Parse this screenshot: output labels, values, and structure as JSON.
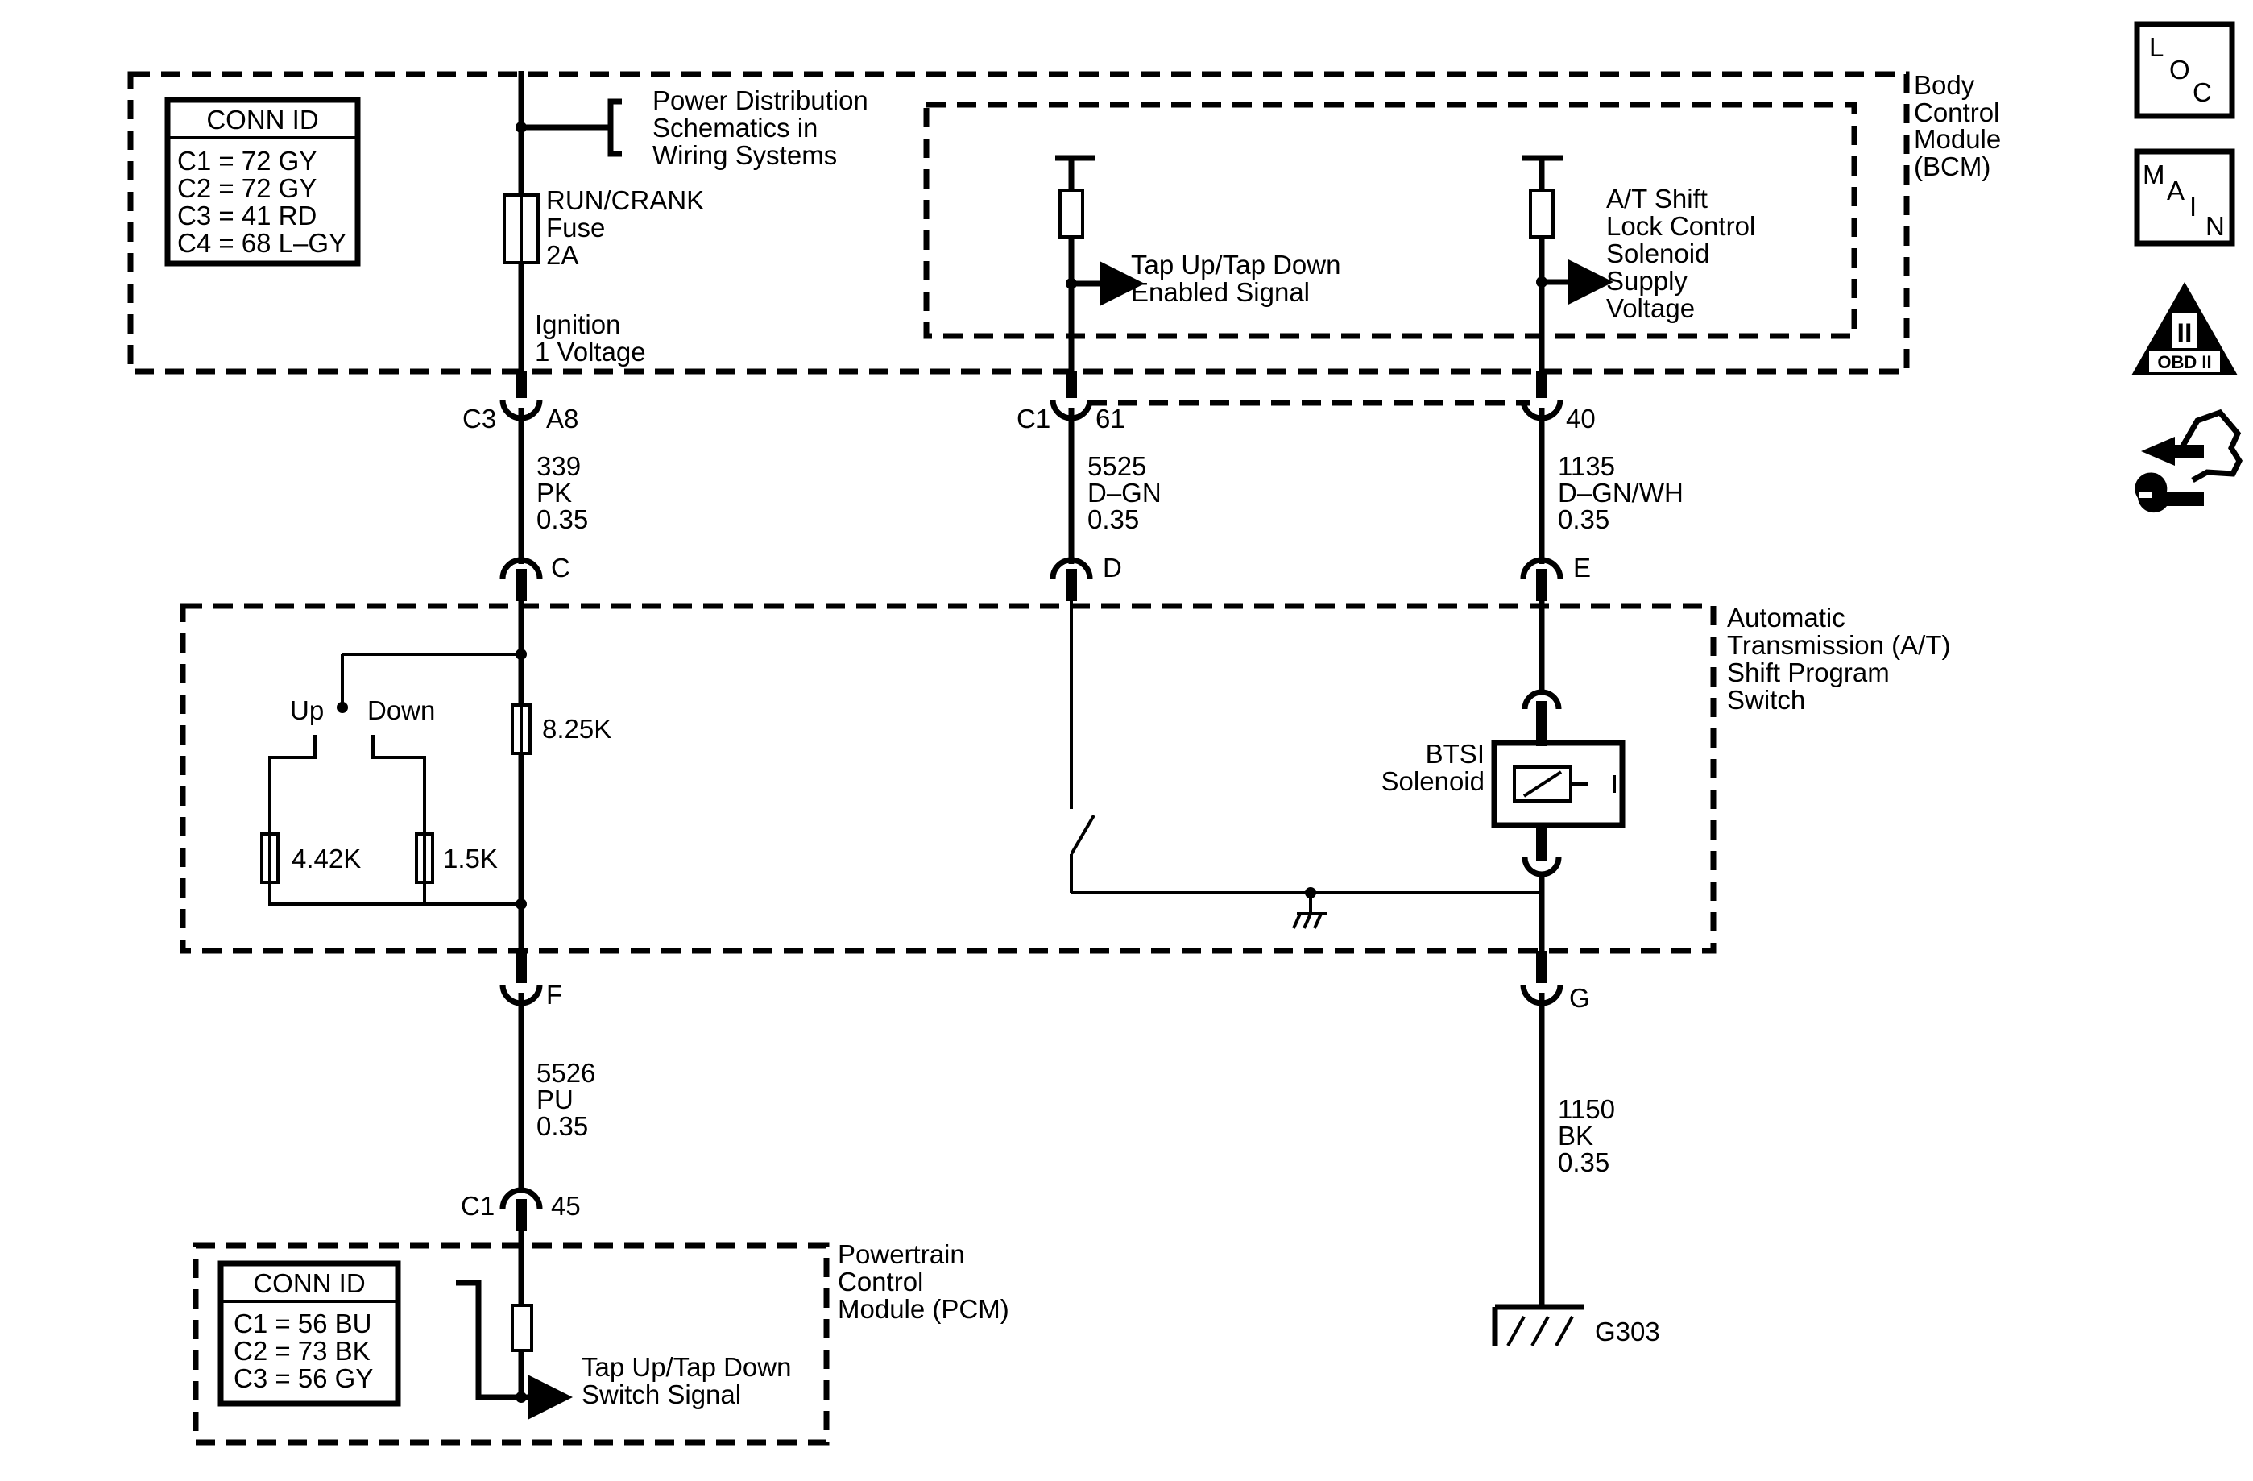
{
  "nav_icons": {
    "loc": [
      "L",
      "O",
      "C"
    ],
    "main": [
      "M",
      "A",
      "I",
      "N"
    ],
    "obd_numeral": "II",
    "obd_label": "OBD II"
  },
  "bcm": {
    "name": [
      "Body",
      "Control",
      "Module",
      "(BCM)"
    ],
    "conn_title": "CONN ID",
    "conn_rows": [
      "C1 = 72 GY",
      "C2 = 72 GY",
      "C3 = 41 RD",
      "C4 = 68 L–GY"
    ],
    "power_dist": [
      "Power Distribution",
      "Schematics in",
      "Wiring Systems"
    ],
    "fuse": [
      "RUN/CRANK",
      "Fuse",
      "2A"
    ],
    "ignition": [
      "Ignition",
      "1 Voltage"
    ],
    "tap_signal": [
      "Tap Up/Tap Down",
      "Enabled Signal"
    ],
    "shift_lock": [
      "A/T Shift",
      "Lock Control",
      "Solenoid",
      "Supply",
      "Voltage"
    ]
  },
  "connectors": {
    "c3_label": "C3",
    "a8": "A8",
    "c1_label": "C1",
    "pin_61": "61",
    "pin_40": "40",
    "pin_c": "C",
    "pin_d": "D",
    "pin_e": "E",
    "pin_f": "F",
    "pin_g": "G",
    "pcm_c1": "C1",
    "pin_45": "45"
  },
  "wires": {
    "w339": [
      "339",
      "PK",
      "0.35"
    ],
    "w5525": [
      "5525",
      "D–GN",
      "0.35"
    ],
    "w1135": [
      "1135",
      "D–GN/WH",
      "0.35"
    ],
    "w5526": [
      "5526",
      "PU",
      "0.35"
    ],
    "w1150": [
      "1150",
      "BK",
      "0.35"
    ]
  },
  "switch": {
    "name": [
      "Automatic",
      "Transmission (A/T)",
      "Shift Program",
      "Switch"
    ],
    "up": "Up",
    "down": "Down",
    "r1": "8.25K",
    "r2": "4.42K",
    "r3": "1.5K",
    "btsi": [
      "BTSI",
      "Solenoid"
    ]
  },
  "ground": "G303",
  "pcm": {
    "name": [
      "Powertrain",
      "Control",
      "Module (PCM)"
    ],
    "conn_title": "CONN ID",
    "conn_rows": [
      "C1 = 56 BU",
      "C2 = 73 BK",
      "C3 = 56 GY"
    ],
    "signal": [
      "Tap Up/Tap Down",
      "Switch Signal"
    ]
  }
}
